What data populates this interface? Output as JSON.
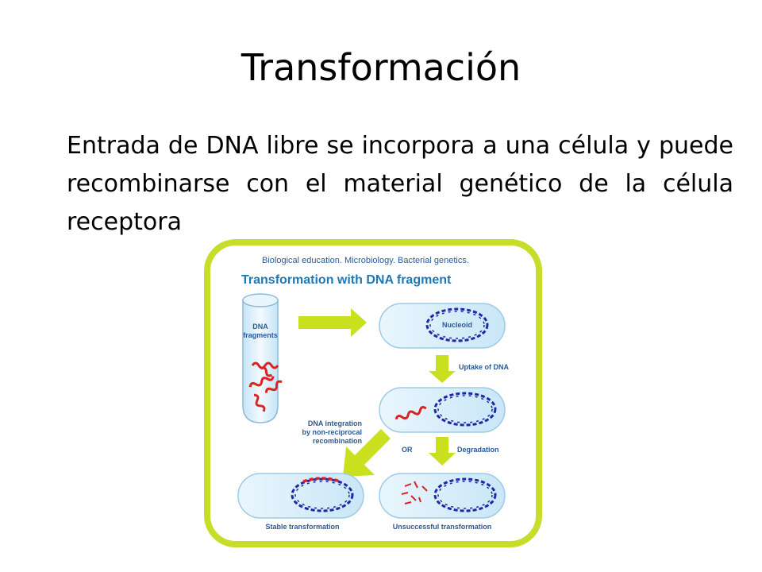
{
  "slide": {
    "title": "Transformación",
    "body": "Entrada de DNA libre se incorpora a una célula y puede recombinarse con el material genético de la célula receptora"
  },
  "figure": {
    "header": "Biological education. Microbiology. Bacterial genetics.",
    "title": "Transformation with DNA fragment",
    "tube_label_1": "DNA",
    "tube_label_2": "fragments",
    "nucleoid_label": "Nucleoid",
    "uptake_label": "Uptake of DNA",
    "integration_label_1": "DNA integration",
    "integration_label_2": "by non-reciprocal",
    "integration_label_3": "recombination",
    "or_label": "OR",
    "degradation_label": "Degradation",
    "stable_label": "Stable transformation",
    "unsuccessful_label": "Unsuccessful transformation"
  },
  "colors": {
    "frame": "#c8dc2a",
    "arrow": "#c8e01e",
    "cell_fill": "#d8eefa",
    "cell_stroke": "#9ccbe6",
    "chromosome": "#1c2aa8",
    "dna_fragment": "#dd2222",
    "label_blue": "#2a5a96",
    "title_blue": "#1f78b4"
  }
}
